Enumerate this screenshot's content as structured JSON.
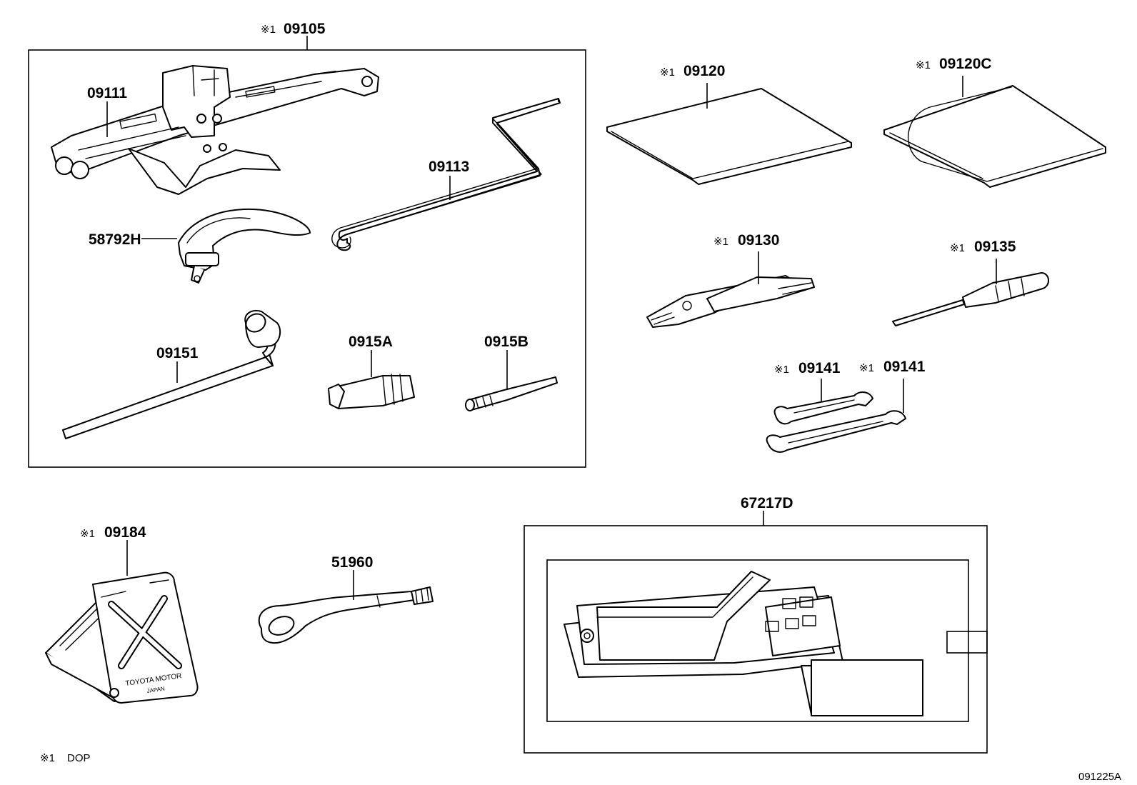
{
  "marker": "※1",
  "labels": {
    "p09105": "09105",
    "p09111": "09111",
    "p09113": "09113",
    "p58792H": "58792H",
    "p09151": "09151",
    "p0915A": "0915A",
    "p0915B": "0915B",
    "p09120": "09120",
    "p09120C": "09120C",
    "p09130": "09130",
    "p09135": "09135",
    "p09141a": "09141",
    "p09141b": "09141",
    "p67217D": "67217D",
    "p09184": "09184",
    "p51960": "51960"
  },
  "plate_text": {
    "line1": "TOYOTA MOTOR",
    "line2": "JAPAN"
  },
  "footnote": {
    "marker": "※1",
    "text": "DOP"
  },
  "diagram_id": "091225A"
}
